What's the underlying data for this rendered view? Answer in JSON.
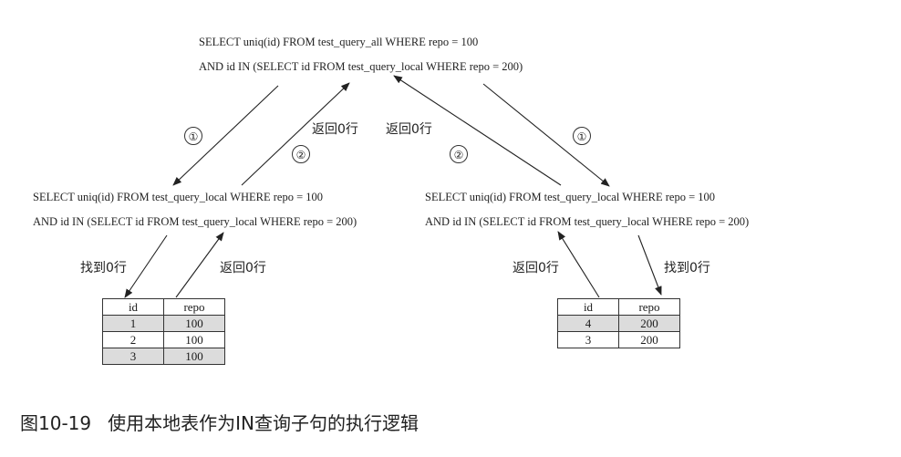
{
  "top_query": {
    "line1": "SELECT uniq(id) FROM test_query_all WHERE repo = 100",
    "line2": "AND id IN (SELECT id FROM test_query_local WHERE repo = 200)"
  },
  "left_query": {
    "line1": "SELECT uniq(id) FROM test_query_local WHERE repo = 100",
    "line2": "AND id IN (SELECT id FROM test_query_local WHERE repo = 200)"
  },
  "right_query": {
    "line1": "SELECT uniq(id) FROM test_query_local WHERE repo = 100",
    "line2": "AND id IN (SELECT id FROM test_query_local WHERE repo = 200)"
  },
  "labels": {
    "step1": "①",
    "step2": "②",
    "return_zero": "返回0行",
    "found_zero": "找到0行"
  },
  "left_table": {
    "headers": [
      "id",
      "repo"
    ],
    "rows": [
      [
        "1",
        "100"
      ],
      [
        "2",
        "100"
      ],
      [
        "3",
        "100"
      ]
    ]
  },
  "right_table": {
    "headers": [
      "id",
      "repo"
    ],
    "rows": [
      [
        "4",
        "200"
      ],
      [
        "3",
        "200"
      ]
    ]
  },
  "caption": {
    "number": "图10-19",
    "text": "使用本地表作为IN查询子句的执行逻辑"
  }
}
